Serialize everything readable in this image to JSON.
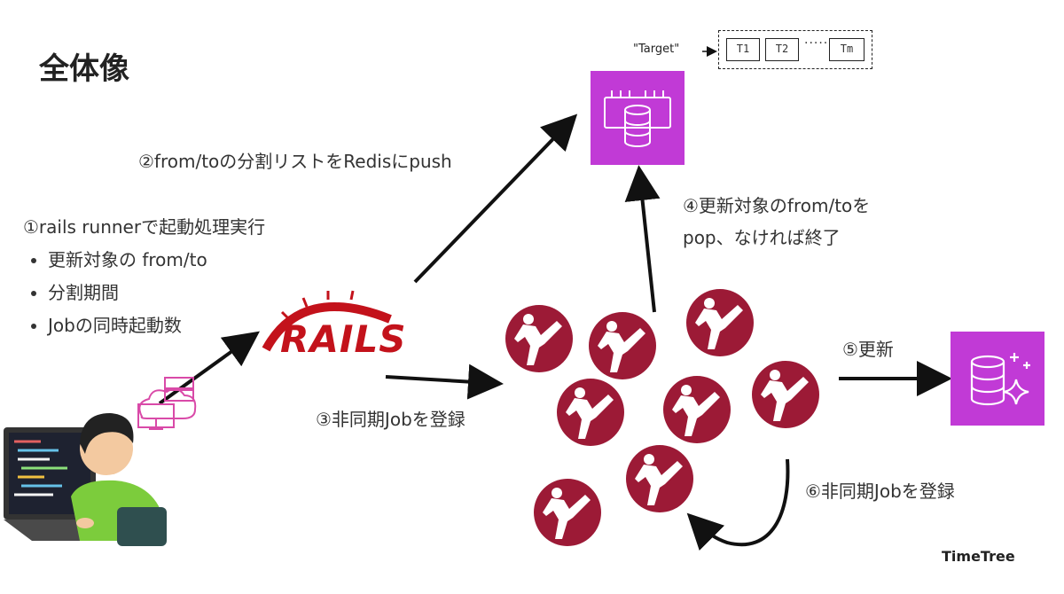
{
  "title": "全体像",
  "step1": {
    "heading": "①rails runnerで起動処理実行",
    "bullets": [
      "更新対象の from/to",
      "分割期間",
      "Jobの同時起動数"
    ]
  },
  "step2": "②from/toの分割リストをRedisにpush",
  "step3": "③非同期Jobを登録",
  "step4": {
    "line1": "④更新対象のfrom/toを",
    "line2": "pop、なければ終了"
  },
  "step5": "⑤更新",
  "step6": "⑥非同期Jobを登録",
  "rails_logo": "RAILS",
  "redis_target": {
    "label": "\"Target\"",
    "cells": [
      "T1",
      "T2",
      "Tm"
    ],
    "ellipsis": "·····"
  },
  "brand": "TimeTree",
  "colors": {
    "aws_purple": "#c13ad6",
    "rails_red": "#c3121b",
    "sidekiq_maroon": "#9c1a36",
    "arrow": "#111111"
  },
  "icons": {
    "redis": "elasticache-icon",
    "db": "database-sparkle-icon",
    "workers": "sidekiq-worker-icon",
    "user": "developer-illustration"
  }
}
